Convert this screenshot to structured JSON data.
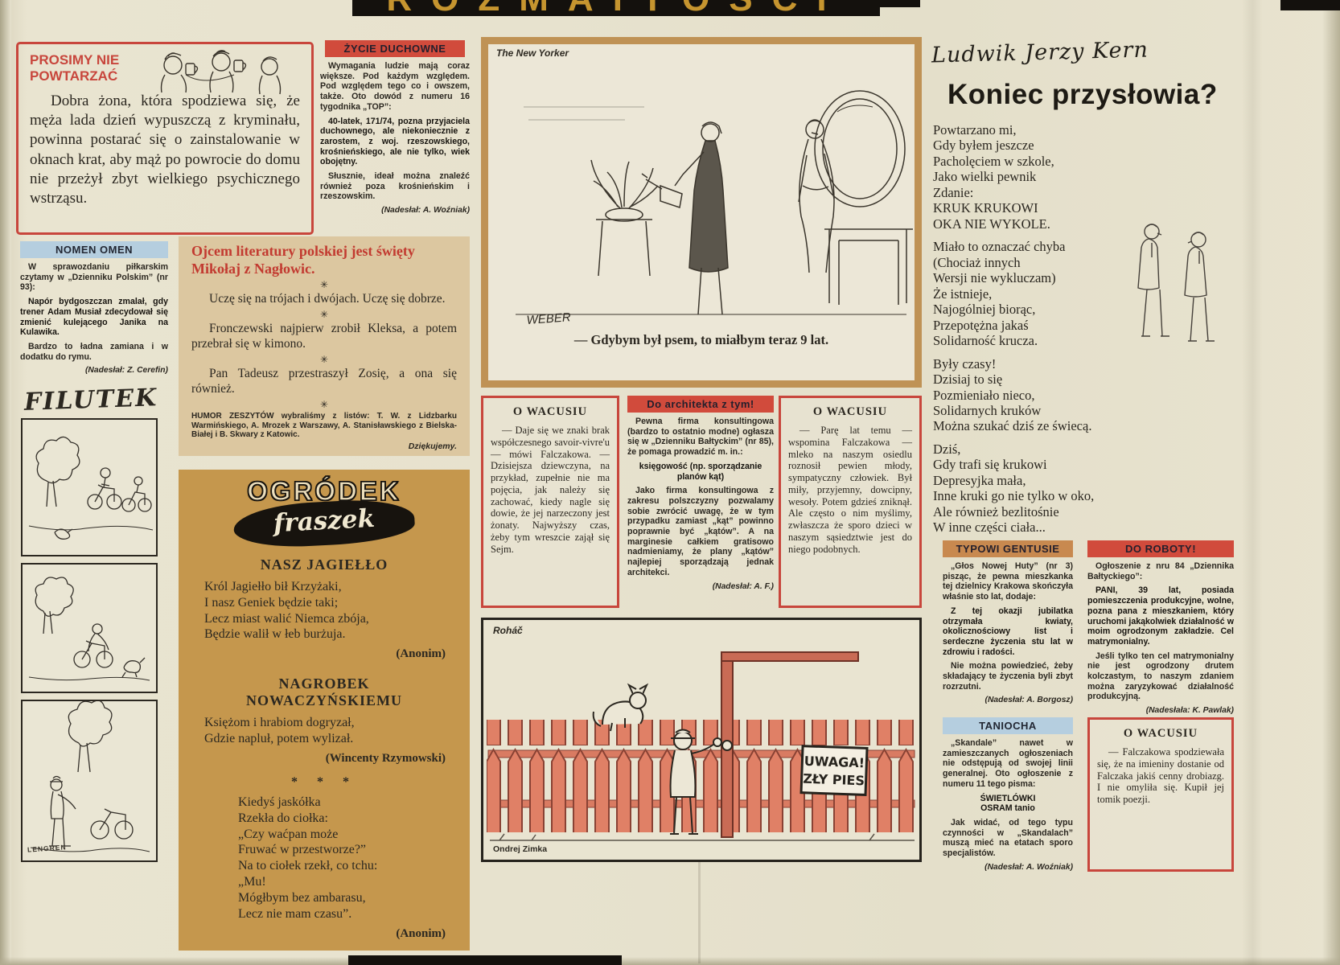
{
  "masthead": {
    "title": "ROZMAITOŚCI"
  },
  "prosimy": {
    "title": "PROSIMY NIE\nPOWTARZAĆ",
    "body": "Dobra żona, która spodziewa się, że męża lada dzień wypuszczą z kryminału, powinna postarać się o zainstalowanie w oknach krat, aby mąż po powrocie do domu nie przeżył zbyt wielkiego psychicznego wstrząsu."
  },
  "zycie_duchowne": {
    "title": "ŻYCIE DUCHOWNE",
    "p1": "Wymagania ludzie mają coraz większe. Pod każdym względem. Pod względem tego co i owszem, także. Oto dowód z numeru 16 tygodnika „TOP”:",
    "ad": "40-latek, 171/74, pozna przyjaciela duchownego, ale niekoniecznie z zarostem, z woj. rzeszowskiego, krośnieńskiego, ale nie tylko, wiek obojętny.",
    "p2": "Słusznie, ideał można znaleźć również poza krośnieńskim i rzeszowskim.",
    "credit": "(Nadesłał: A. Woźniak)"
  },
  "nomen_omen": {
    "title": "NOMEN OMEN",
    "p1": "W sprawozdaniu piłkarskim czytamy w „Dzienniku Polskim” (nr 93):",
    "p2": "Napór bydgoszczan zmalał, gdy trener Adam Musiał zdecydował się zmienić kulejącego Janika na Kulawika.",
    "p3": "Bardzo to ładna zamiana i w dodatku do rymu.",
    "credit": "(Nadesłał: Z. Cerefin)"
  },
  "filutek": {
    "title": "FILUTEK",
    "signature": "LENGREN"
  },
  "humor": {
    "title": "Ojcem literatury polskiej jest święty Mikołaj z Nagłowic.",
    "sep": "✳",
    "items": [
      "Uczę się na trójach i dwójach. Uczę się dobrze.",
      "Fronczewski najpierw zrobił Kleksa, a potem przebrał się w kimono.",
      "Pan Tadeusz przestraszył Zosię, a ona się również."
    ],
    "footer": "HUMOR ZESZYTÓW wybraliśmy z listów: T. W. z Lidzbarku Warmińskiego, A. Mrozek z Warszawy, A. Stanisławskiego z Bielska-Białej i B. Skwary z Katowic.",
    "thanks": "Dziękujemy."
  },
  "fraszki": {
    "logo_top": "OGRÓDEK",
    "logo_bottom": "fraszek",
    "h1": "NASZ JAGIEŁŁO",
    "poem1": "Król Jagiełło bił Krzyżaki,\nI nasz Geniek będzie taki;\nLecz miast walić Niemca zbója,\nBędzie walił w łeb burżuja.",
    "by1": "(Anonim)",
    "h2": "NAGROBEK NOWACZYŃSKIEMU",
    "poem2": "Księżom i hrabiom dogryzał,\nGdzie napluł, potem wylizał.",
    "by2": "(Wincenty Rzymowski)",
    "sep": "* * *",
    "poem3": "Kiedyś jaskółka\nRzekła do ciołka:\n„Czy waćpan może\nFruwać w przestworze?”\nNa to ciołek rzekł, co tchu:\n„Mu!\nMógłbym bez ambarasu,\nLecz nie mam czasu”.",
    "by3": "(Anonim)"
  },
  "new_yorker": {
    "label": "The New Yorker",
    "caption": "— Gdybym był psem, to miałbym teraz 9 lat.",
    "signature": "WEBER"
  },
  "wacusiu1": {
    "title": "O WACUSIU",
    "body": "— Daje się we znaki brak współczesnego savoir-vivre'u — mówi Falczakowa. — Dzisiejsza dziewczyna, na przykład, zupełnie nie ma pojęcia, jak należy się zachować, kiedy nagle się dowie, że jej narzeczony jest żonaty. Najwyższy czas, żeby tym wreszcie zajął się Sejm."
  },
  "architekt": {
    "title": "Do architekta z tym!",
    "p1": "Pewna firma konsultingowa (bardzo to ostatnio modne) ogłasza się w „Dzienniku Bałtyckim” (nr 85), że pomaga prowadzić m. in.:",
    "ad": "księgowość (np. sporządzanie planów kąt)",
    "p2": "Jako firma konsultingowa z zakresu polszczyzny pozwalamy sobie zwrócić uwagę, że w tym przypadku zamiast „kąt” powinno poprawnie być „kątów”. A na marginesie całkiem gratisowo nadmieniamy, że plany „kątów” najlepiej sporządzają jednak architekci.",
    "credit": "(Nadesłał: A. F.)"
  },
  "wacusiu2": {
    "title": "O WACUSIU",
    "body": "— Parę lat temu — wspomina Falczakowa — mleko na naszym osiedlu roznosił pewien młody, sympatyczny człowiek. Był miły, przyjemny, dowcipny, wesoły. Potem gdzieś zniknął. Ale często o nim myślimy, zwłaszcza że sporo dzieci w naszym sąsiedztwie jest do niego podobnych."
  },
  "rohac": {
    "label": "Roháč",
    "artist": "Ondrej Zimka",
    "sign1": "UWAGA!",
    "sign2": "ZŁY PIES"
  },
  "kern": {
    "author": "Ludwik Jerzy Kern",
    "title": "Koniec przysłowia?",
    "stanzas": [
      "Powtarzano mi,\nGdy byłem jeszcze\nPacholęciem w szkole,\nJako wielki pewnik\nZdanie:\nKRUK KRUKOWI\nOKA NIE WYKOLE.",
      "Miało to oznaczać chyba\n(Chociaż innych\nWersji nie wykluczam)\nŻe istnieje,\nNajogólniej biorąc,\nPrzepotężna jakaś\nSolidarność krucza.",
      "Były czasy!\nDzisiaj to się\nPozmieniało nieco,\nSolidarnych kruków\nMożna szukać dziś ze świecą.",
      "Dziś,\nGdy trafi się krukowi\nDepresyjka mała,\nInne kruki go nie tylko w oko,\nAle również bezlitośnie\nW inne części ciała..."
    ]
  },
  "gentusie": {
    "title": "TYPOWI GENTUSIE",
    "p1": "„Głos Nowej Huty” (nr 3) pisząc, że pewna mieszkanka tej dzielnicy Krakowa skończyła właśnie sto lat, dodaje:",
    "ad": "Z tej okazji jubilatka otrzymała kwiaty, okolicznościowy list i serdeczne życzenia stu lat w zdrowiu i radości.",
    "p2": "Nie można powiedzieć, żeby składający te życzenia byli zbyt rozrzutni.",
    "credit": "(Nadesłał: A. Borgosz)"
  },
  "roboty": {
    "title": "DO ROBOTY!",
    "p1": "Ogłoszenie z nru 84 „Dziennika Bałtyckiego”:",
    "ad": "PANI, 39 lat, posiada pomieszczenia produkcyjne, wolne, pozna pana z mieszkaniem, który uruchomi jakąkolwiek działalność w moim ogrodzonym zakładzie. Cel matrymonialny.",
    "p2": "Jeśli tylko ten cel matrymonialny nie jest ogrodzony drutem kolczastym, to naszym zdaniem można zaryzykować działalność produkcyjną.",
    "credit": "(Nadesłała: K. Pawlak)"
  },
  "taniocha": {
    "title": "TANIOCHA",
    "p1": "„Skandale” nawet w zamieszczanych ogłoszeniach nie odstępują od swojej linii generalnej. Oto ogłoszenie z numeru 11 tego pisma:",
    "ad": "ŚWIETLÓWKI\nOSRAM tanio",
    "p2": "Jak widać, od tego typu czynności w „Skandalach” muszą mieć na etatach sporo specjalistów.",
    "credit": "(Nadesłał: A. Woźniak)"
  },
  "wacusiu3": {
    "title": "O WACUSIU",
    "body": "— Falczakowa spodziewała się, że na imieniny dostanie od Falczaka jakiś cenny drobiazg. I nie omyliła się. Kupił jej tomik poezji."
  }
}
